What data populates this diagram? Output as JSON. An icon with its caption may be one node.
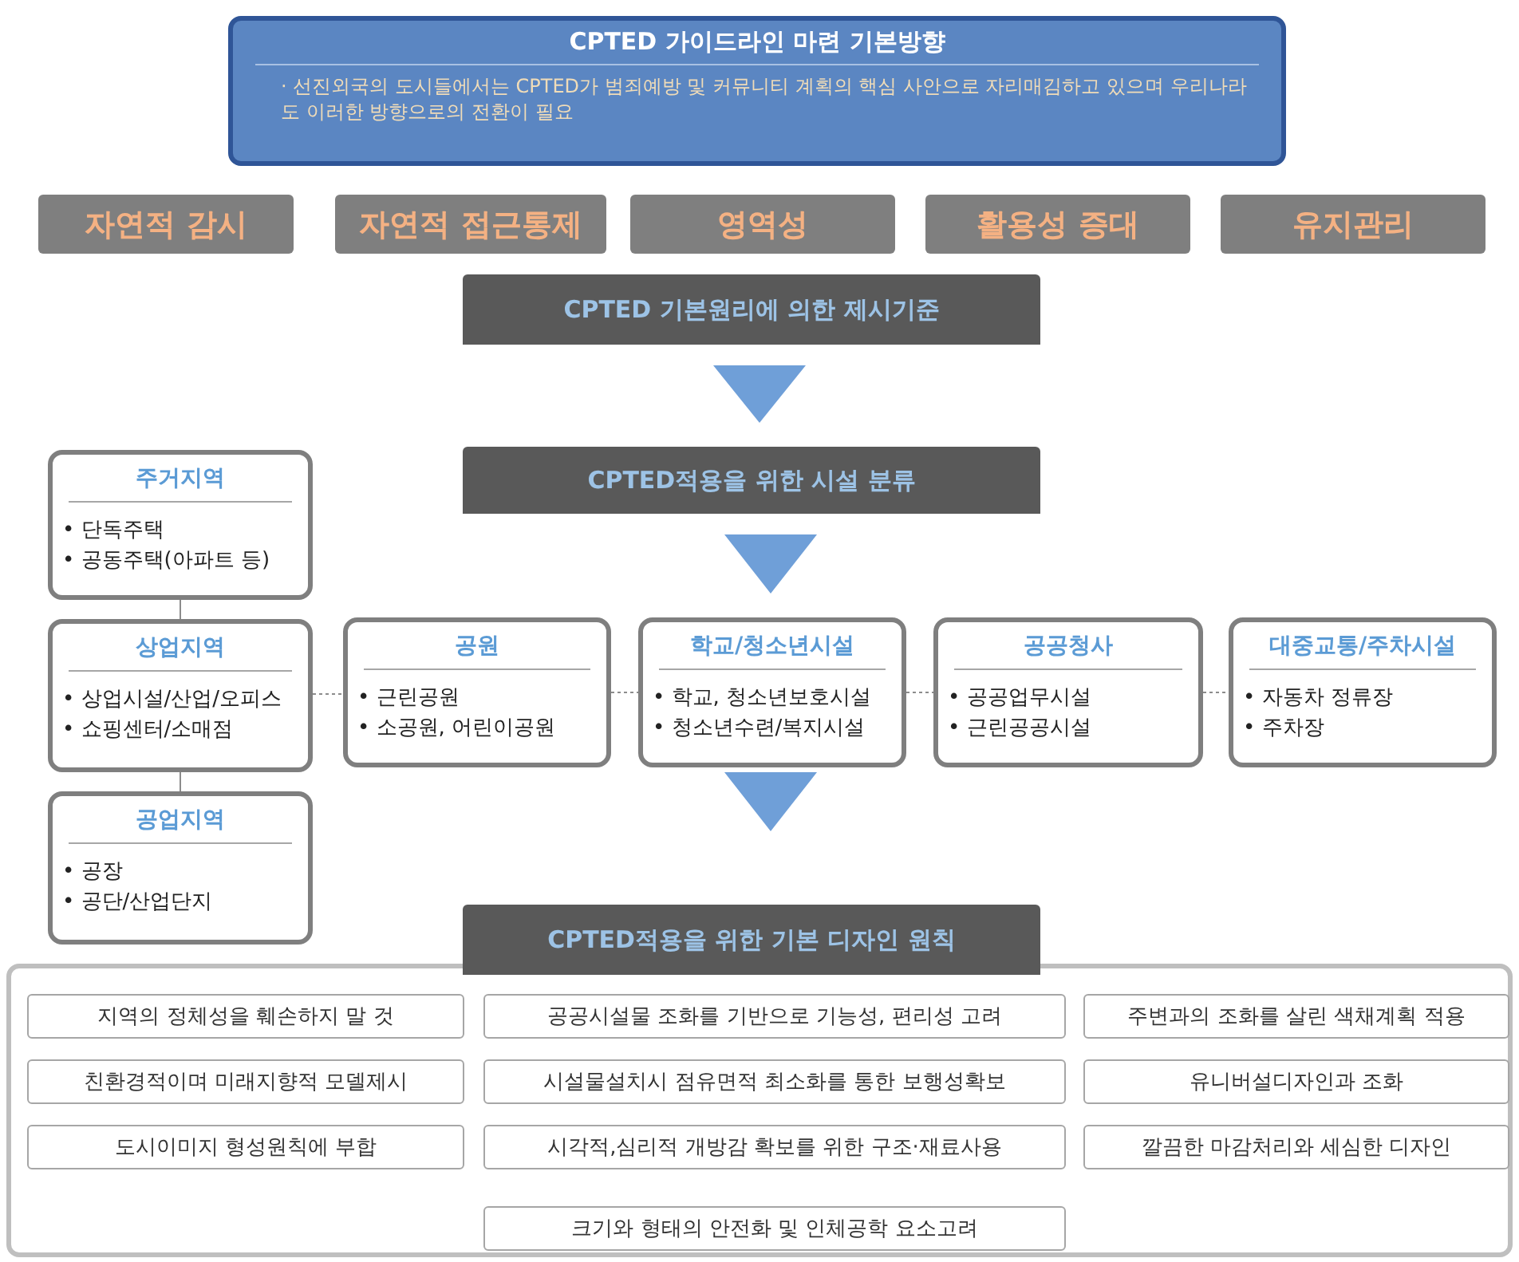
{
  "diagram": {
    "nodes": [
      {
        "text": [
          "CPTED 가이드라인 마련 기본방향",
          "· 선진외국의 도시들에서는 CPTED가 범죄예방 및 커뮤니티 계획의 핵심 사안으로 자리매김하고 있으며 우리나라도 이러한 방향으로의 전환이 필요"
        ]
      },
      {
        "text": [
          "자연적 감시"
        ]
      },
      {
        "text": [
          "자연적 접근통제"
        ]
      },
      {
        "text": [
          "영역성"
        ]
      },
      {
        "text": [
          "활용성 증대"
        ]
      },
      {
        "text": [
          "유지관리"
        ]
      },
      {
        "text": [
          "CPTED 기본원리에 의한 제시기준"
        ]
      },
      {
        "text": [
          "CPTED적용을 위한 시설 분류"
        ]
      },
      {
        "text": [
          "주거지역",
          "• 단독주택",
          "• 공동주택(아파트 등)"
        ]
      },
      {
        "text": [
          "상업지역",
          "• 상업시설/산업/오피스",
          "• 쇼핑센터/소매점"
        ]
      },
      {
        "text": [
          "공업지역",
          "• 공장",
          "• 공단/산업단지"
        ]
      },
      {
        "text": [
          "공원",
          "• 근린공원",
          "• 소공원, 어린이공원"
        ]
      },
      {
        "text": [
          "학교/청소년시설",
          "• 학교, 청소년보호시설",
          "• 청소년수련/복지시설"
        ]
      },
      {
        "text": [
          "공공청사",
          "• 공공업무시설",
          "• 근린공공시설"
        ]
      },
      {
        "text": [
          "대중교통/주차시설",
          "• 자동차 정류장",
          "• 주차장"
        ]
      },
      {
        "text": [
          "CPTED적용을 위한 기본 디자인 원칙"
        ]
      },
      {
        "text": [],
        "shape": "box"
      },
      {
        "text": [
          "지역의 정체성을 훼손하지 말 것"
        ],
        "in": 16
      },
      {
        "text": [
          "공공시설물 조화를 기반으로 기능성, 편리성 고려"
        ],
        "in": 16
      },
      {
        "text": [
          "주변과의 조화를 살린 색채계획 적용"
        ],
        "in": 16
      },
      {
        "text": [
          "친환경적이며 미래지향적 모델제시"
        ],
        "in": 16
      },
      {
        "text": [
          "시설물설치시 점유면적 최소화를 통한 보행성확보"
        ],
        "in": 16
      },
      {
        "text": [
          "유니버설디자인과 조화"
        ],
        "in": 16
      },
      {
        "text": [
          "도시이미지 형성원칙에 부합"
        ],
        "in": 16
      },
      {
        "text": [
          "시각적,심리적 개방감 확보를 위한 구조·재료사용"
        ],
        "in": 16
      },
      {
        "text": [
          "깔끔한 마감처리와 세심한 디자인"
        ],
        "in": 16
      },
      {
        "text": [
          "크기와 형태의 안전화 및 인체공학 요소고려"
        ],
        "in": 16
      }
    ],
    "edges": [
      {
        "from": 6,
        "to": 7,
        "arrow": "to"
      },
      {
        "from": 7,
        "to": 12,
        "arrow": "to"
      },
      {
        "from": 12,
        "to": 15,
        "arrow": "to"
      },
      {
        "from": 8,
        "to": 9,
        "arrow": "none"
      },
      {
        "from": 9,
        "to": 10,
        "arrow": "none"
      },
      {
        "from": 9,
        "to": 11,
        "arrow": "none",
        "style": "dashed"
      },
      {
        "from": 11,
        "to": 12,
        "arrow": "none",
        "style": "dashed"
      },
      {
        "from": 12,
        "to": 13,
        "arrow": "none",
        "style": "dashed"
      },
      {
        "from": 13,
        "to": 14,
        "arrow": "none",
        "style": "dashed"
      }
    ]
  }
}
